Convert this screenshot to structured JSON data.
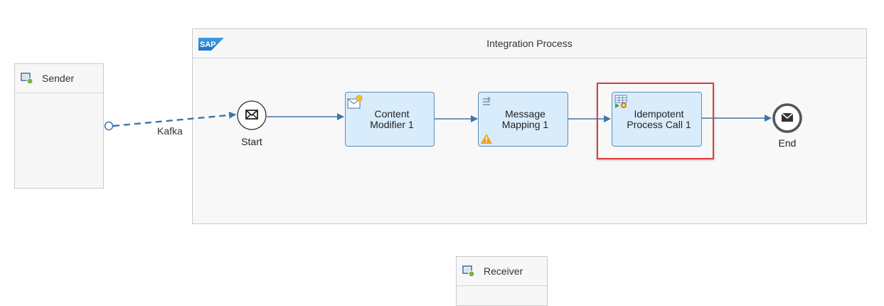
{
  "participants": {
    "sender": {
      "label": "Sender",
      "icon": "participant-icon"
    },
    "receiver": {
      "label": "Receiver",
      "icon": "participant-icon"
    }
  },
  "pool": {
    "title": "Integration Process",
    "logo_text": "SAP"
  },
  "events": {
    "start": {
      "label": "Start",
      "icon": "envelope-icon"
    },
    "end": {
      "label": "End",
      "icon": "envelope-filled-icon"
    }
  },
  "connection": {
    "label": "Kafka"
  },
  "steps": [
    {
      "id": "content-modifier",
      "label_line1": "Content",
      "label_line2": "Modifier 1",
      "icon": "content-modifier-icon"
    },
    {
      "id": "message-mapping",
      "label_line1": "Message",
      "label_line2": "Mapping 1",
      "icon": "mapping-icon",
      "warning": true
    },
    {
      "id": "idempotent-process-call",
      "label_line1": "Idempotent",
      "label_line2": "Process Call 1",
      "icon": "process-call-icon",
      "selected": true
    }
  ],
  "colors": {
    "step_fill": "#d9ecfb",
    "step_border": "#5c8cb8",
    "connector": "#3f74a8",
    "highlight": "#e23b3b",
    "warning": "#f0a020"
  }
}
